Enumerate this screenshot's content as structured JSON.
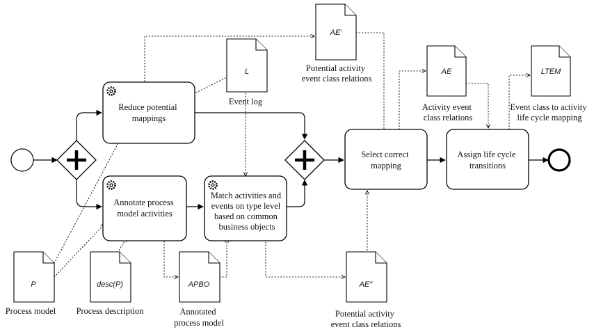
{
  "tasks": {
    "reduce": [
      "Reduce potential",
      "mappings"
    ],
    "annotate": [
      "Annotate process",
      "model activities"
    ],
    "match": [
      "Match activities and",
      "events on type level",
      "based on common",
      "business objects"
    ],
    "select": [
      "Select correct",
      "mapping"
    ],
    "assign": [
      "Assign life cycle",
      "transitions"
    ]
  },
  "documents": {
    "ae_prime": {
      "symbol": "AE′",
      "caption": [
        "Potential activity",
        "event class relations"
      ]
    },
    "event_log": {
      "symbol": "L",
      "caption": [
        "Event log"
      ]
    },
    "ae": {
      "symbol": "AE",
      "caption": [
        "Activity event",
        "class relations"
      ]
    },
    "ltem": {
      "symbol": "LTEM",
      "caption": [
        "Event class to activity",
        "life cycle mapping"
      ]
    },
    "process_model": {
      "symbol": "P",
      "caption": [
        "Process model"
      ]
    },
    "process_description": {
      "symbol": "desc(P)",
      "caption": [
        "Process description"
      ]
    },
    "annotated_model": {
      "symbol": "APBO",
      "caption": [
        "Annotated",
        "process model"
      ]
    },
    "ae_double_prime": {
      "symbol": "AE′′",
      "caption": [
        "Potential activity",
        "event class relations"
      ]
    }
  }
}
